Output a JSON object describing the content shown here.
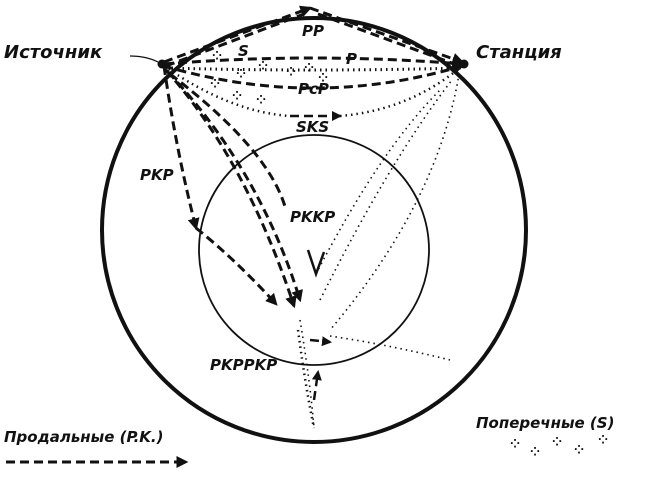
{
  "labels": {
    "source": "Источник",
    "station": "Станция",
    "pp": "PP",
    "s": "S",
    "p": "P",
    "pcp": "PcP",
    "sks": "SKS",
    "pkp": "PKP",
    "pkkp": "PKKP",
    "pkppkp": "PKPPKP"
  },
  "legend": {
    "longitudinal": "Продальные (P.K.)",
    "transverse": "Поперечные (S)"
  },
  "colors": {
    "ink": "#111111",
    "background": "#ffffff"
  }
}
